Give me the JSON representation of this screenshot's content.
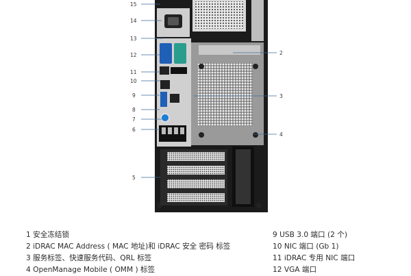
{
  "callouts": {
    "c15": "15",
    "c14": "14",
    "c13": "13",
    "c12": "12",
    "c11": "11",
    "c10": "10",
    "c9": "9",
    "c8": "8",
    "c7": "7",
    "c6": "6",
    "c5": "5",
    "c2": "2",
    "c3": "3",
    "c4": "4"
  },
  "legend_left": [
    "1 安全冻结锁",
    "2 iDRAC MAC Address ( MAC 地址)和 iDRAC 安全 密码 标签",
    "3 服务标签、快速服务代码、QRL 标签",
    "4 OpenManage Mobile ( OMM ) 标签"
  ],
  "legend_right": [
    "9 USB 3.0 端口 (2 个)",
    "10 NIC 端口 (Gb 1)",
    "11 iDRAC 专用 NIC 端口",
    "12 VGA 端口"
  ],
  "colors": {
    "chassis": "#1b1b1b",
    "panel": "#9a9a9a",
    "port_blue": "#1f5fb5",
    "port_teal": "#2a9d8f",
    "callout_line": "#3a6a9a"
  }
}
